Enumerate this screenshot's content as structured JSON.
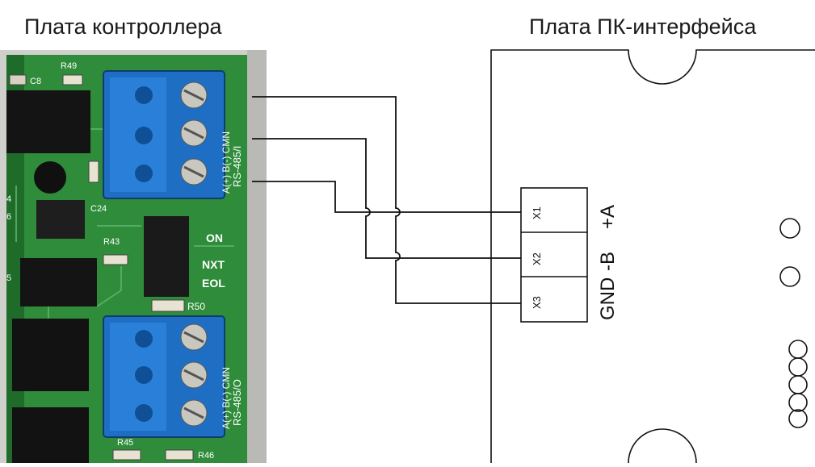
{
  "titles": {
    "controller_board": "Плата контроллера",
    "pc_interface_board": "Плата ПК-интерфейса"
  },
  "controller": {
    "components": {
      "r49": "R49",
      "c8": "C8",
      "c24": "C24",
      "r43": "R43",
      "r50": "R50",
      "r45": "R45",
      "r46": "R46",
      "c4": "4",
      "c6": "6",
      "c5": "5"
    },
    "jumpers": {
      "on": "ON",
      "nxt": "NXT",
      "eol": "EOL"
    },
    "terminal_in": {
      "line1": "A(+) B(-) CMN",
      "line2": "RS-485/I"
    },
    "terminal_out": {
      "line1": "A(+) B(-) CMN",
      "line2": "RS-485/O"
    }
  },
  "interface": {
    "pins": [
      "X1",
      "X2",
      "X3"
    ],
    "signals": [
      "+A",
      "-B",
      "GND"
    ]
  },
  "colors": {
    "pcb_green": "#2f8c3a",
    "pcb_dark": "#1d6a29",
    "terminal_blue": "#1e6fc4",
    "wire": "#111111"
  }
}
